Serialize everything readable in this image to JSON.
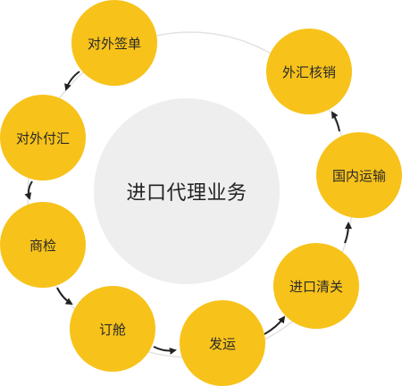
{
  "center": {
    "label": "进口代理业务"
  },
  "steps": [
    {
      "label": "对外签单"
    },
    {
      "label": "对外付汇"
    },
    {
      "label": "商检"
    },
    {
      "label": "订舱"
    },
    {
      "label": "发运"
    },
    {
      "label": "进口清关"
    },
    {
      "label": "国内运输"
    },
    {
      "label": "外汇核销"
    }
  ],
  "colors": {
    "step_fill": "#f7c21a",
    "center_fill": "#eeeeee",
    "ring": "#e2e2e2",
    "arrow": "#222222",
    "text": "#222222"
  }
}
